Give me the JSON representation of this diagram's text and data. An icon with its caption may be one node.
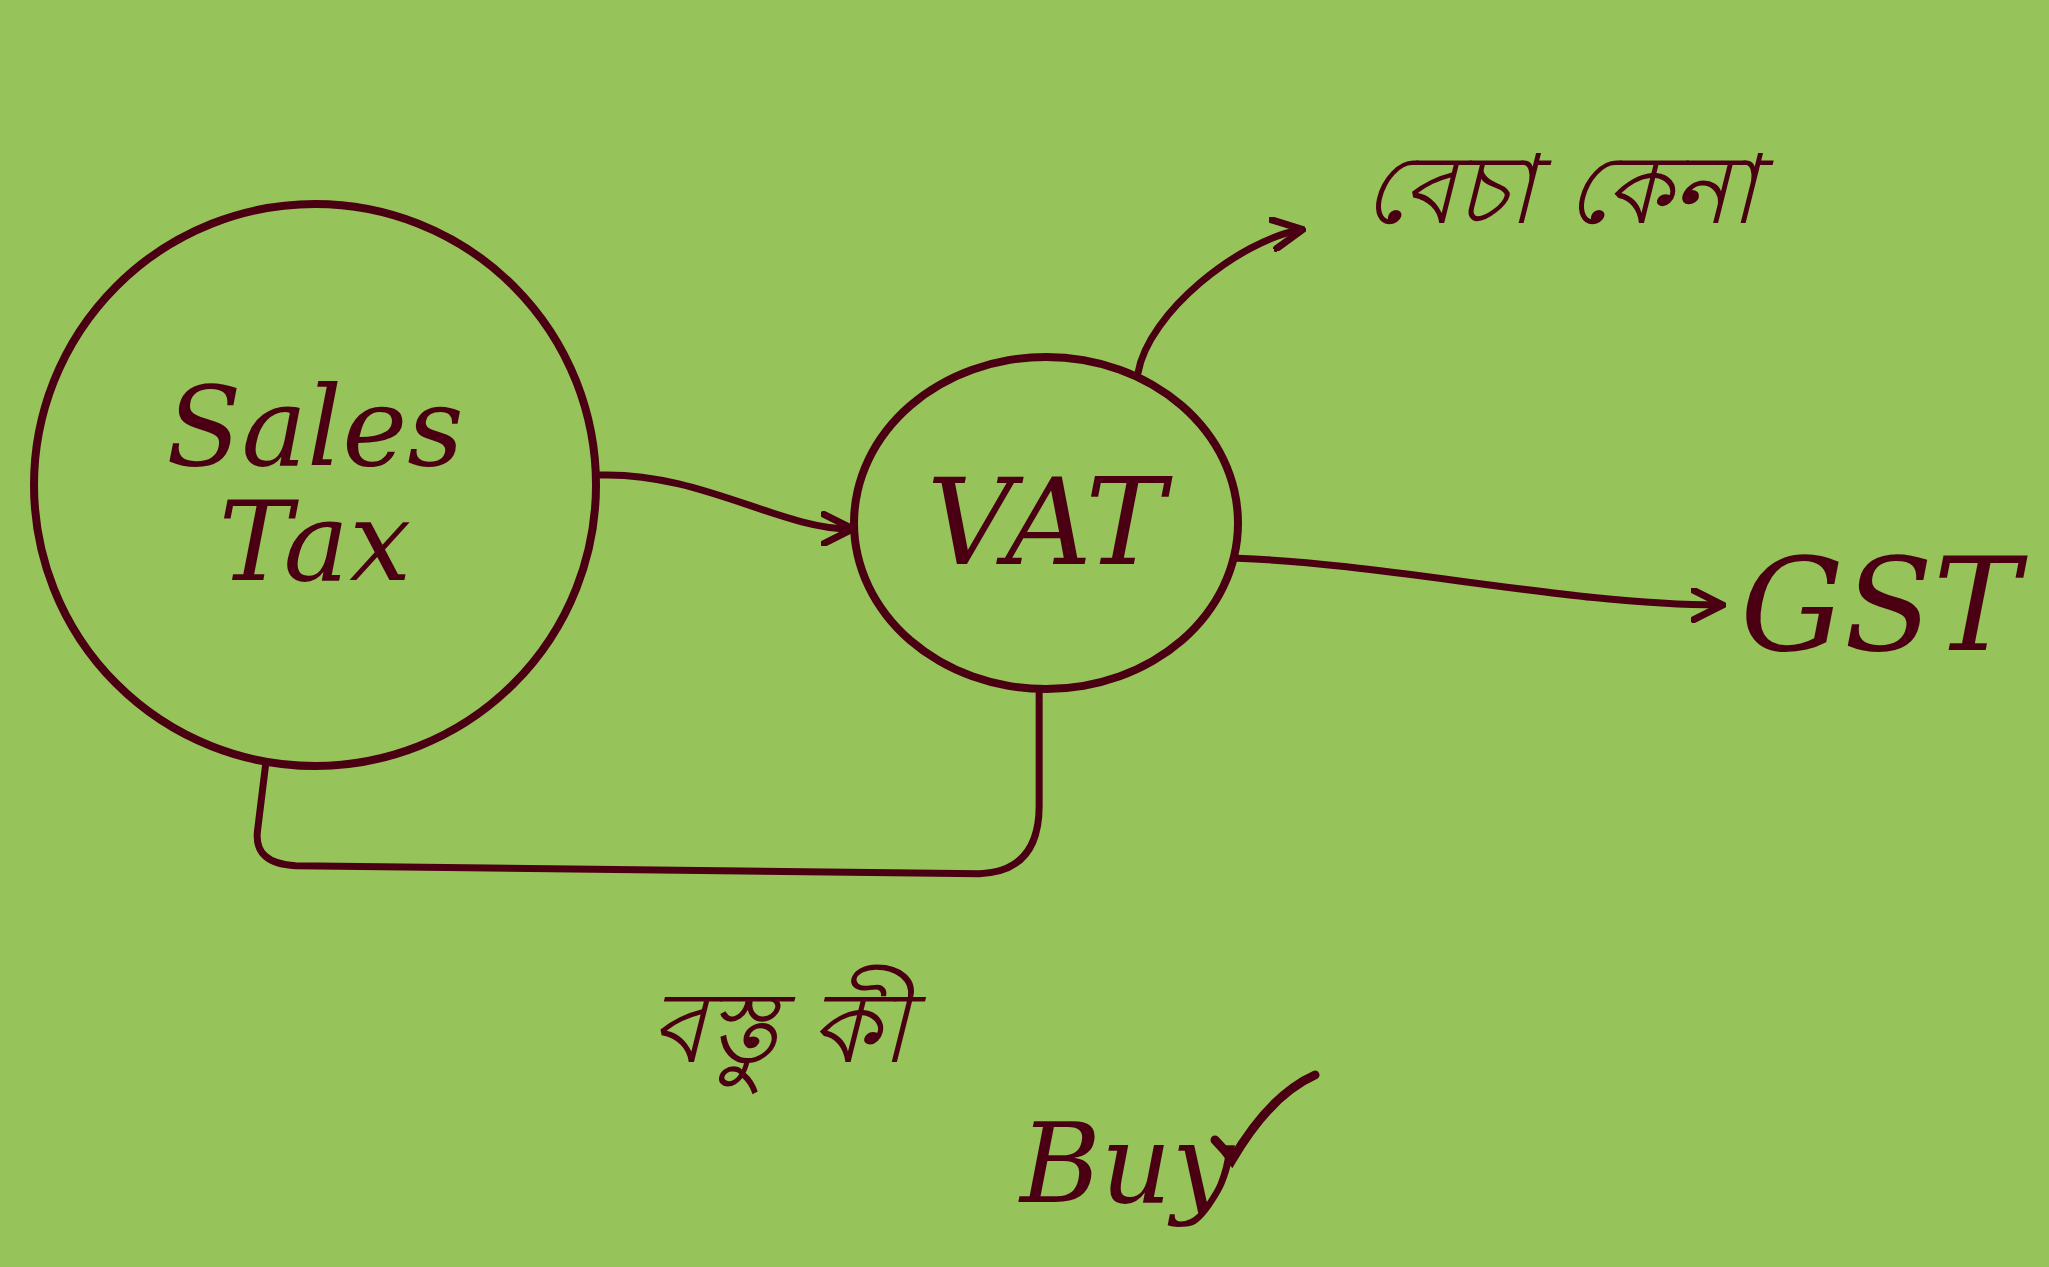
{
  "diagram": {
    "nodes": [
      {
        "text": [
          "Sales Tax"
        ]
      },
      {
        "text": [
          "VAT"
        ]
      },
      {
        "text": [
          "বেচা কেনা"
        ]
      },
      {
        "text": [
          "GST"
        ]
      }
    ],
    "edges": [
      {
        "from": 0,
        "to": 1,
        "arrow": "to"
      },
      {
        "from": 1,
        "to": 2,
        "arrow": "to"
      },
      {
        "from": 1,
        "to": 3,
        "arrow": "to"
      },
      {
        "from": 0,
        "to": 1,
        "arrow": "none"
      }
    ],
    "labels": [
      "বস্তু কী",
      "Buy"
    ]
  }
}
